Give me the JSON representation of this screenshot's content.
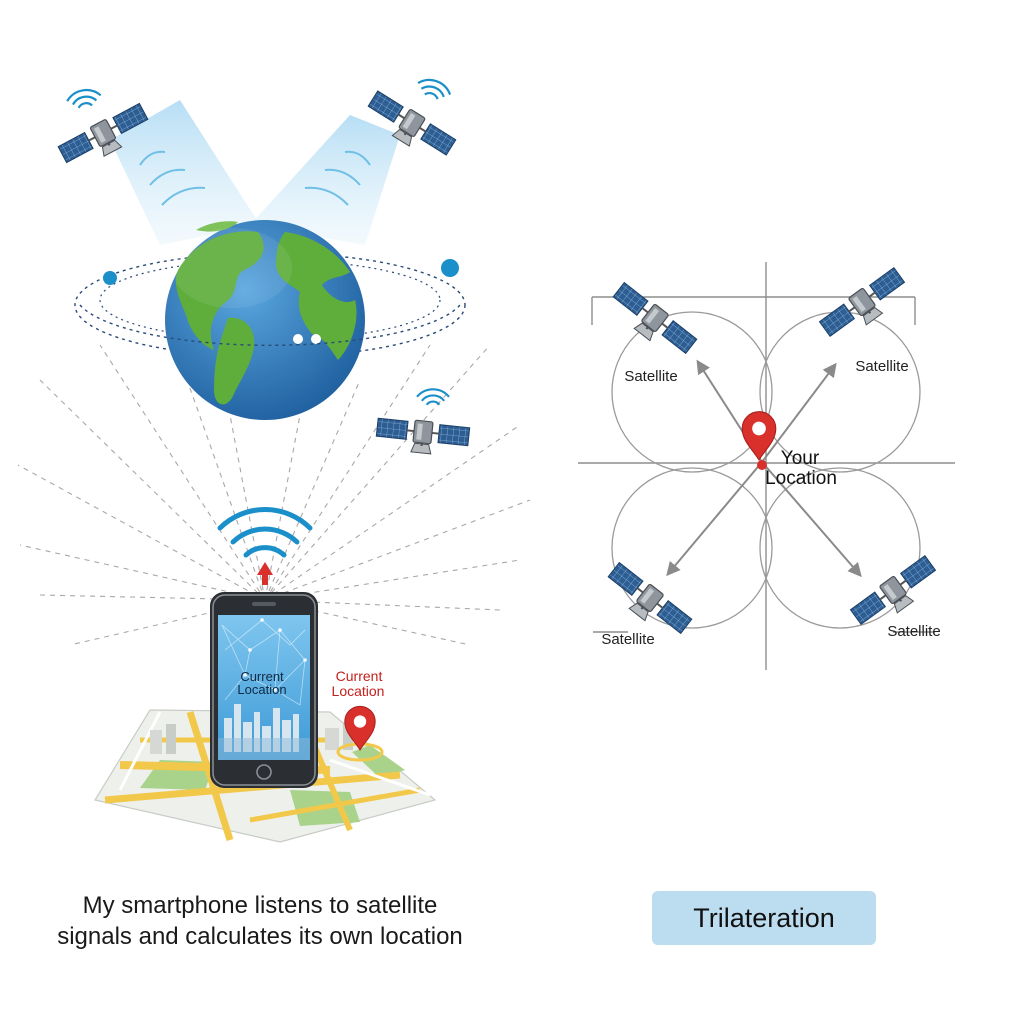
{
  "left_panel": {
    "phone_screen_label_line1": "Current",
    "phone_screen_label_line2": "Location",
    "map_label_line1": "Current",
    "map_label_line2": "Location",
    "caption_line1": "My smartphone listens to satellite",
    "caption_line2": "signals and calculates its own location"
  },
  "right_panel": {
    "satellite_labels": [
      "Satellite",
      "Satellite",
      "Satellite",
      "Satellite"
    ],
    "location_label_line1": "Your",
    "location_label_line2": "Location",
    "title": "Trilateration"
  },
  "colors": {
    "solar_panel": "#2c5d93",
    "signal": "#1a8fc9",
    "ocean": "#2f7fc1",
    "land": "#5fae3c",
    "pin": "#d9302b",
    "badge": "#bcdcef",
    "map_road": "#f2c84b"
  },
  "icons": [
    "satellite-icon",
    "globe-icon",
    "smartphone-icon",
    "location-pin-icon",
    "wifi-signal-icon",
    "map-icon"
  ]
}
